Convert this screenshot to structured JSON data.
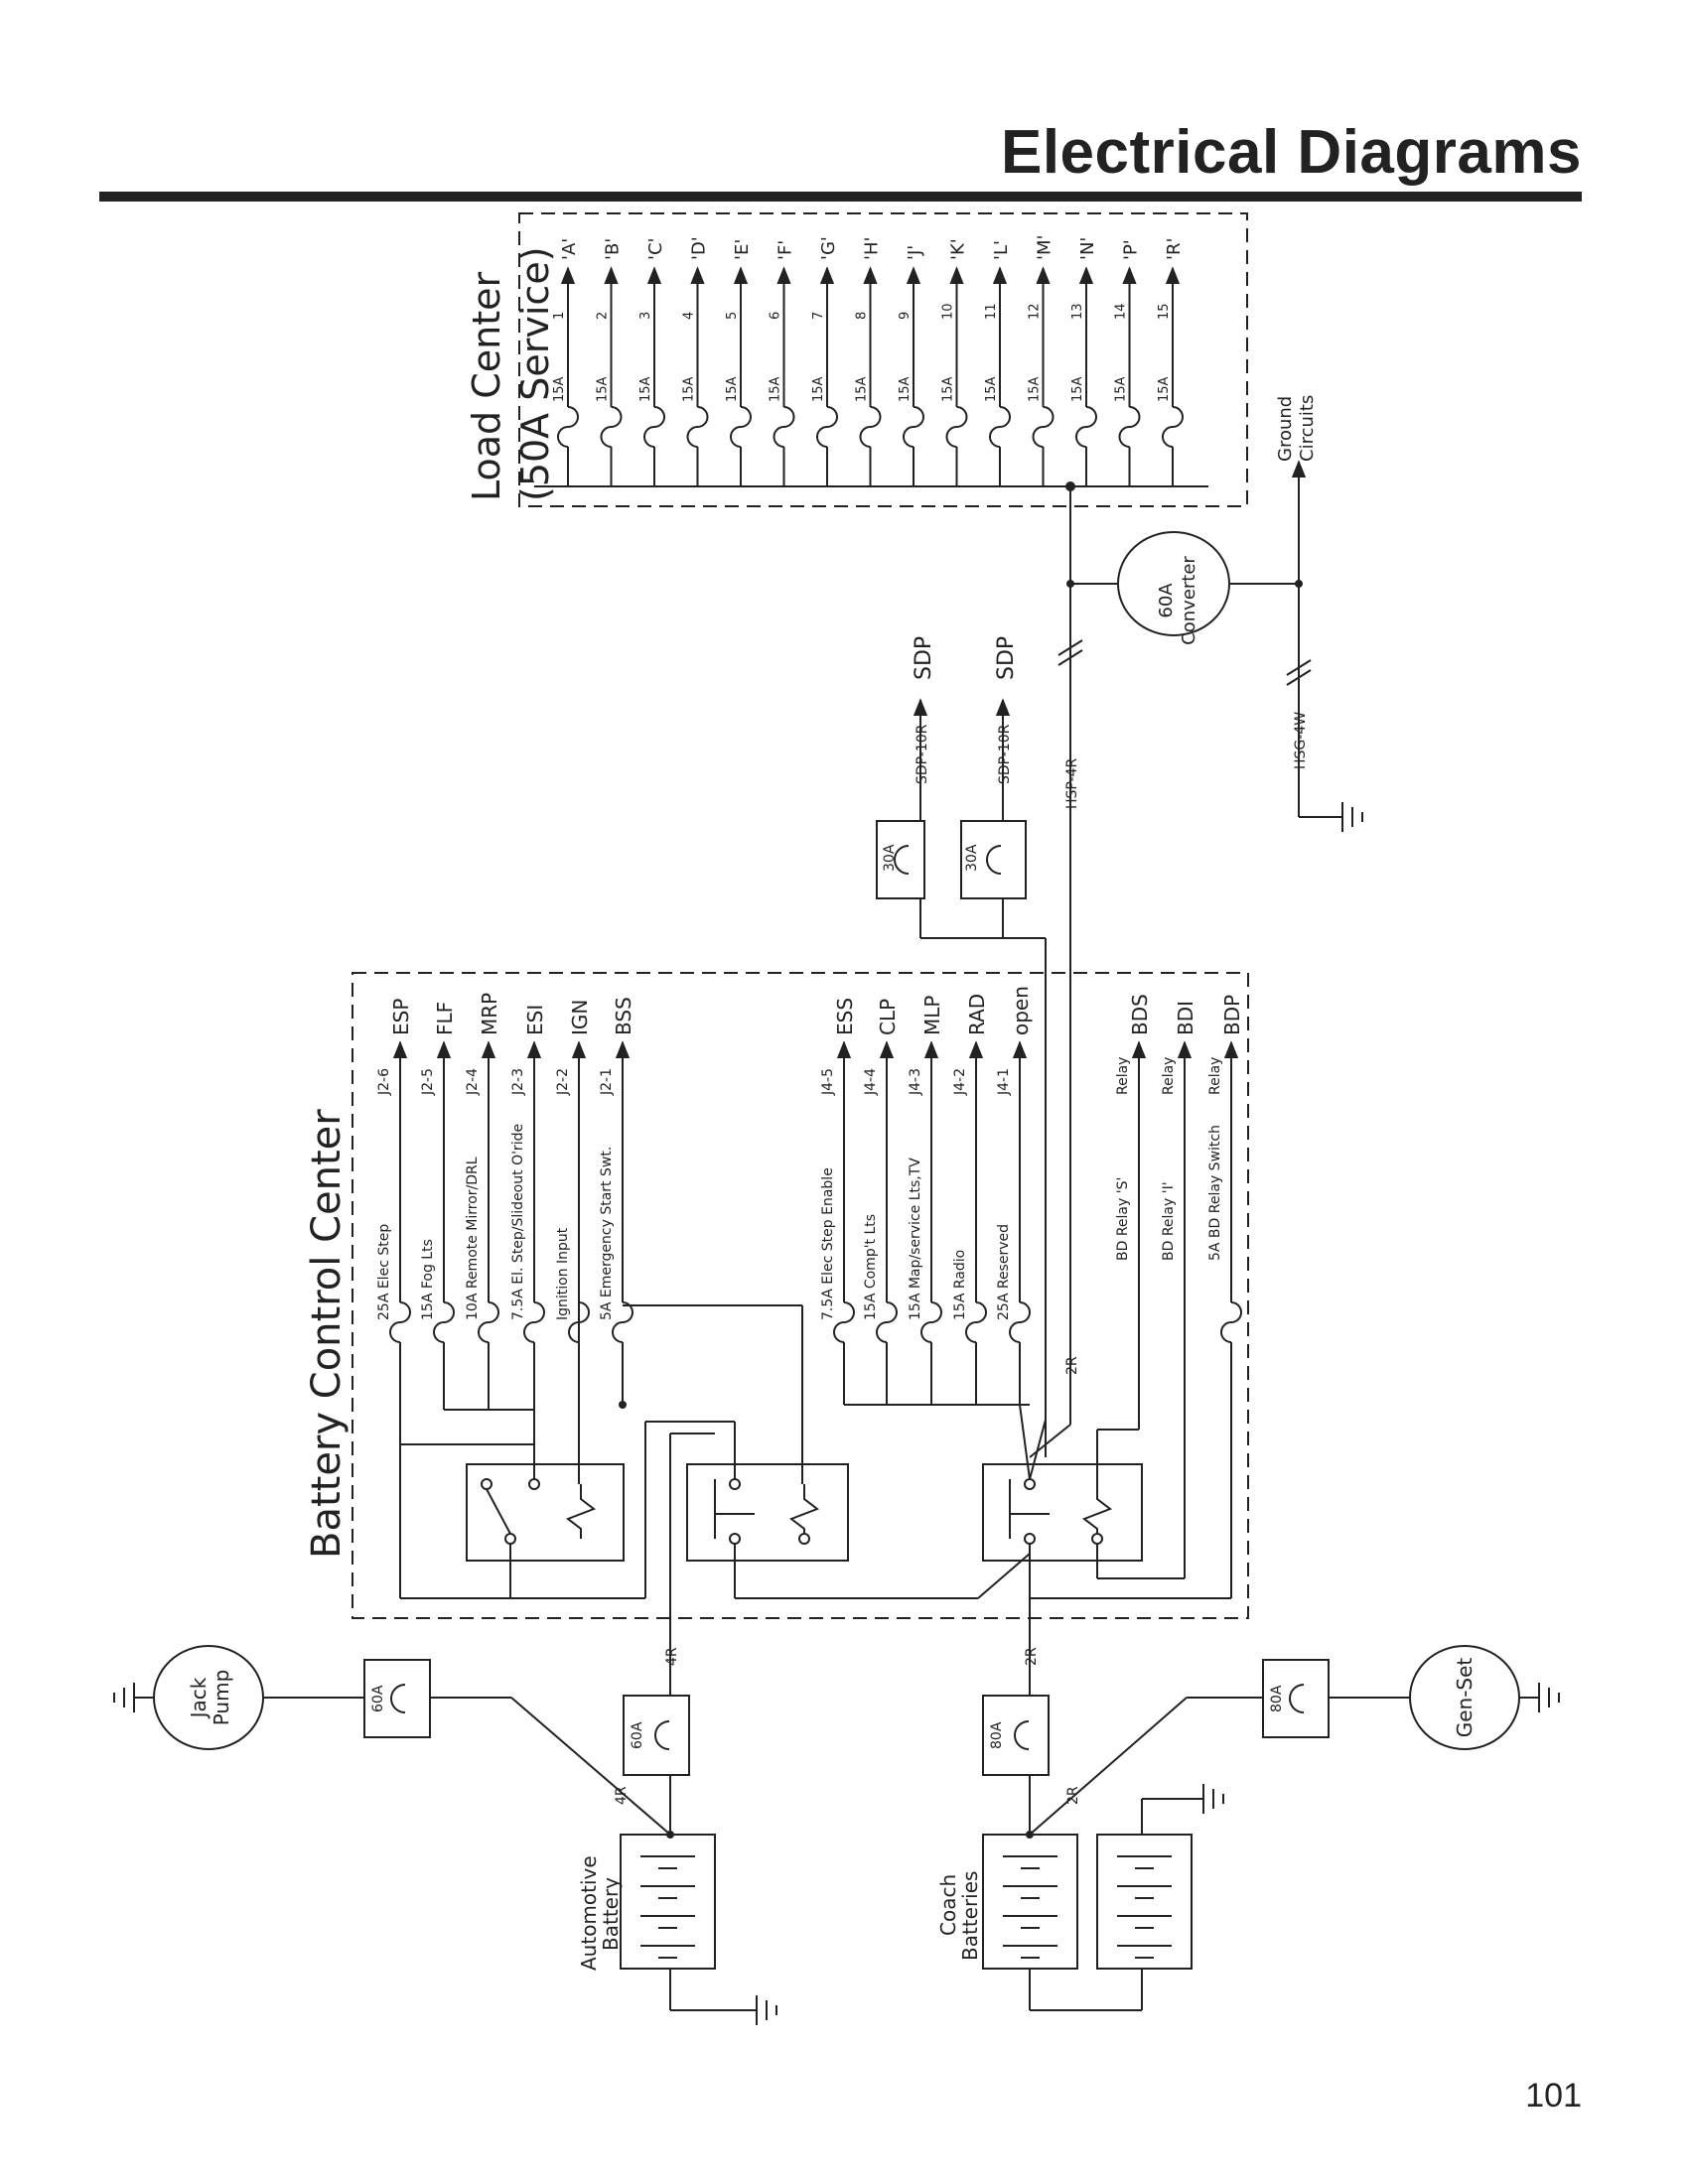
{
  "header": {
    "title": "Electrical Diagrams"
  },
  "footer": {
    "page_number": "101"
  },
  "load_center": {
    "title_line1": "Load Center",
    "title_line2": "(50A Service)",
    "circuits": [
      {
        "num": "1",
        "rating": "15A",
        "label": "'A'"
      },
      {
        "num": "2",
        "rating": "15A",
        "label": "'B'"
      },
      {
        "num": "3",
        "rating": "15A",
        "label": "'C'"
      },
      {
        "num": "4",
        "rating": "15A",
        "label": "'D'"
      },
      {
        "num": "5",
        "rating": "15A",
        "label": "'E'"
      },
      {
        "num": "6",
        "rating": "15A",
        "label": "'F'"
      },
      {
        "num": "7",
        "rating": "15A",
        "label": "'G'"
      },
      {
        "num": "8",
        "rating": "15A",
        "label": "'H'"
      },
      {
        "num": "9",
        "rating": "15A",
        "label": "'J'"
      },
      {
        "num": "10",
        "rating": "15A",
        "label": "'K'"
      },
      {
        "num": "11",
        "rating": "15A",
        "label": "'L'"
      },
      {
        "num": "12",
        "rating": "15A",
        "label": "'M'"
      },
      {
        "num": "13",
        "rating": "15A",
        "label": "'N'"
      },
      {
        "num": "14",
        "rating": "15A",
        "label": "'P'"
      },
      {
        "num": "15",
        "rating": "15A",
        "label": "'R'"
      }
    ],
    "ground_label_1": "Ground",
    "ground_label_2": "Circuits"
  },
  "converter": {
    "line1": "60A",
    "line2": "Converter"
  },
  "wires": {
    "hsg": "HSG-4W",
    "hsp": "HSP-4R",
    "sdp_wire": "SDP-10R",
    "sdp_dest": "SDP",
    "wire_2r": "2R",
    "wire_4r": "4R"
  },
  "breakers": {
    "sdp_left": "30A",
    "sdp_right": "30A",
    "jack_pump": "60A",
    "auto_battery": "60A",
    "coach": "80A",
    "genset": "80A"
  },
  "battery_control_center": {
    "title": "Battery Control Center",
    "j2_circuits": [
      {
        "desc": "25A Elec Step",
        "pin": "J2-6",
        "dest": "ESP"
      },
      {
        "desc": "15A Fog Lts",
        "pin": "J2-5",
        "dest": "FLF"
      },
      {
        "desc": "10A Remote Mirror/DRL",
        "pin": "J2-4",
        "dest": "MRP"
      },
      {
        "desc": "7.5A El. Step/Slideout O'ride",
        "pin": "J2-3",
        "dest": "ESI"
      },
      {
        "desc": "Ignition Input",
        "pin": "J2-2",
        "dest": "IGN"
      },
      {
        "desc": "5A Emergency Start Swt.",
        "pin": "J2-1",
        "dest": "BSS"
      }
    ],
    "j4_circuits": [
      {
        "desc": "7.5A Elec Step Enable",
        "pin": "J4-5",
        "dest": "ESS"
      },
      {
        "desc": "15A Comp't Lts",
        "pin": "J4-4",
        "dest": "CLP"
      },
      {
        "desc": "15A Map/service Lts,TV",
        "pin": "J4-3",
        "dest": "MLP"
      },
      {
        "desc": "15A Radio",
        "pin": "J4-2",
        "dest": "RAD"
      },
      {
        "desc": "25A Reserved",
        "pin": "J4-1",
        "dest": "open"
      }
    ],
    "relay_circuits": [
      {
        "desc": "BD Relay 'S'",
        "pin": "Relay",
        "dest": "BDS"
      },
      {
        "desc": "BD Relay 'I'",
        "pin": "Relay",
        "dest": "BDI"
      },
      {
        "desc": "5A BD Relay Switch",
        "pin": "Relay",
        "dest": "BDP"
      }
    ]
  },
  "devices": {
    "jack_pump_1": "Jack",
    "jack_pump_2": "Pump",
    "genset": "Gen-Set",
    "auto_battery_1": "Automotive",
    "auto_battery_2": "Battery",
    "coach_batteries_1": "Coach",
    "coach_batteries_2": "Batteries"
  }
}
